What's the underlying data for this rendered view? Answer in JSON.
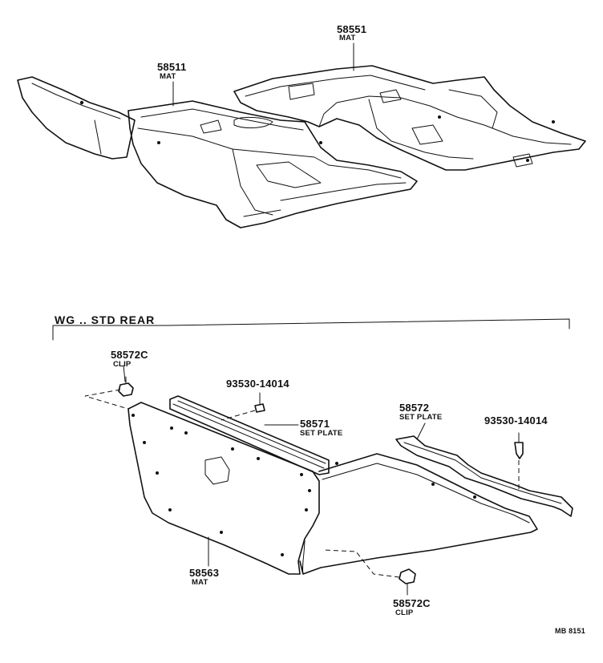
{
  "diagram": {
    "parts": {
      "mat_rear_carpet": {
        "number": "58551",
        "name": "MAT"
      },
      "mat_front_carpet": {
        "number": "58511",
        "name": "MAT"
      },
      "clip_top": {
        "number": "58572C",
        "name": "CLIP"
      },
      "screw_a": {
        "number": "93530-14014"
      },
      "set_plate_a": {
        "number": "58571",
        "name": "SET PLATE"
      },
      "set_plate_b": {
        "number": "58572",
        "name": "SET PLATE"
      },
      "screw_b": {
        "number": "93530-14014"
      },
      "mat_wagon": {
        "number": "58563",
        "name": "MAT"
      },
      "clip_bottom": {
        "number": "58572C",
        "name": "CLIP"
      }
    },
    "section_label": "WG .. STD  REAR",
    "reference_code": "MB  8151"
  }
}
